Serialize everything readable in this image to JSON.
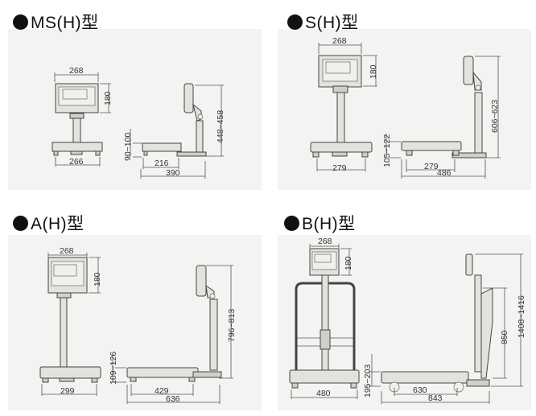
{
  "models": [
    {
      "title": "MS(H)型",
      "dims": {
        "display_width": "268",
        "display_height": "180",
        "platform_front": "266",
        "platform_height": "90~100",
        "platform_depth": "216",
        "total_depth": "390",
        "total_height": "448~458"
      }
    },
    {
      "title": "S(H)型",
      "dims": {
        "display_width": "268",
        "display_height": "180",
        "platform_front": "279",
        "platform_height": "105~122",
        "platform_depth": "279",
        "total_depth": "486",
        "total_height": "606~623"
      }
    },
    {
      "title": "A(H)型",
      "dims": {
        "display_width": "268",
        "display_height": "180",
        "platform_front": "299",
        "platform_height": "109~126",
        "platform_depth": "429",
        "total_depth": "636",
        "total_height": "796~813"
      }
    },
    {
      "title": "B(H)型",
      "dims": {
        "display_width": "268",
        "display_height": "180",
        "platform_front": "480",
        "platform_height": "195~203",
        "platform_depth": "630",
        "total_depth": "843",
        "handle_height": "850",
        "total_height": "1408~1416"
      }
    }
  ]
}
